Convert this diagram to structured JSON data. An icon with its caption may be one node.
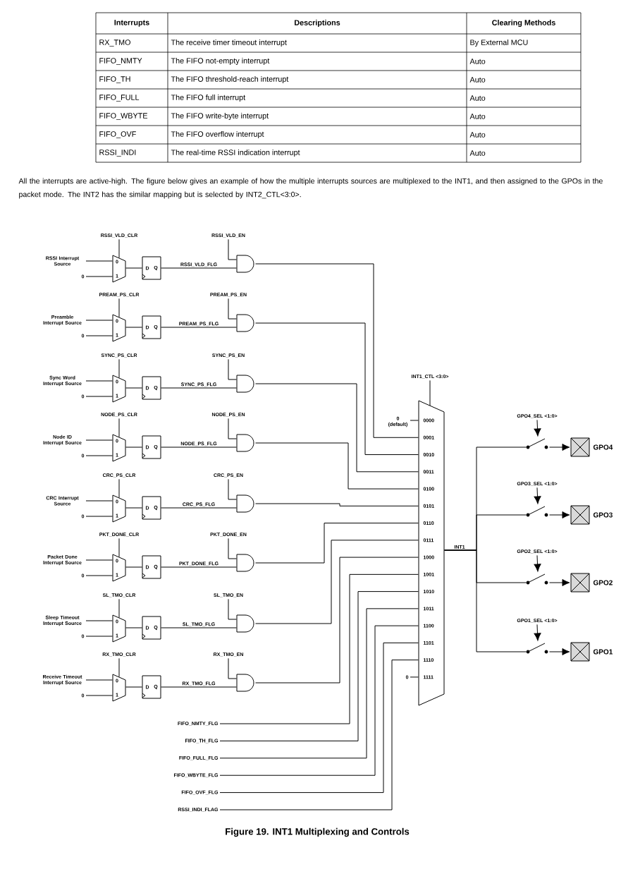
{
  "diagram": {
    "caption": "Figure 19. INT1 Multiplexing and Controls",
    "nodes": [
      {
        "text": [
          "RSSI Interrupt Source"
        ]
      },
      {
        "text": [
          "0"
        ]
      },
      {
        "text": [
          "RSSI_VLD_CLR"
        ]
      },
      {
        "text": [
          "0",
          "1"
        ]
      },
      {
        "text": [
          "D",
          "Q"
        ]
      },
      {
        "text": [
          "RSSI_VLD_EN"
        ]
      },
      {
        "text": [],
        "shape": "gate"
      },
      {
        "text": [
          "Preamble Interrupt Source"
        ]
      },
      {
        "text": [
          "0"
        ]
      },
      {
        "text": [
          "PREAM_PS_CLR"
        ]
      },
      {
        "text": [
          "0",
          "1"
        ]
      },
      {
        "text": [
          "D",
          "Q"
        ]
      },
      {
        "text": [
          "PREAM_PS_EN"
        ]
      },
      {
        "text": [],
        "shape": "gate"
      },
      {
        "text": [
          "Sync Word Interrupt Source"
        ]
      },
      {
        "text": [
          "0"
        ]
      },
      {
        "text": [
          "SYNC_PS_CLR"
        ]
      },
      {
        "text": [
          "0",
          "1"
        ]
      },
      {
        "text": [
          "D",
          "Q"
        ]
      },
      {
        "text": [
          "SYNC_PS_EN"
        ]
      },
      {
        "text": [],
        "shape": "gate"
      },
      {
        "text": [
          "Node ID Interrupt Source"
        ]
      },
      {
        "text": [
          "0"
        ]
      },
      {
        "text": [
          "NODE_PS_CLR"
        ]
      },
      {
        "text": [
          "0",
          "1"
        ]
      },
      {
        "text": [
          "D",
          "Q"
        ]
      },
      {
        "text": [
          "NODE_PS_EN"
        ]
      },
      {
        "text": [],
        "shape": "gate"
      },
      {
        "text": [
          "CRC Interrupt Source"
        ]
      },
      {
        "text": [
          "0"
        ]
      },
      {
        "text": [
          "CRC_PS_CLR"
        ]
      },
      {
        "text": [
          "0",
          "1"
        ]
      },
      {
        "text": [
          "D",
          "Q"
        ]
      },
      {
        "text": [
          "CRC_PS_EN"
        ]
      },
      {
        "text": [],
        "shape": "gate"
      },
      {
        "text": [
          "Packet Done Interrupt Source"
        ]
      },
      {
        "text": [
          "0"
        ]
      },
      {
        "text": [
          "PKT_DONE_CLR"
        ]
      },
      {
        "text": [
          "0",
          "1"
        ]
      },
      {
        "text": [
          "D",
          "Q"
        ]
      },
      {
        "text": [
          "PKT_DONE_EN"
        ]
      },
      {
        "text": [],
        "shape": "gate"
      },
      {
        "text": [
          "Sleep Timeout Interrupt Source"
        ]
      },
      {
        "text": [
          "0"
        ]
      },
      {
        "text": [
          "SL_TMO_CLR"
        ]
      },
      {
        "text": [
          "0",
          "1"
        ]
      },
      {
        "text": [
          "D",
          "Q"
        ]
      },
      {
        "text": [
          "SL_TMO_EN"
        ]
      },
      {
        "text": [],
        "shape": "gate"
      },
      {
        "text": [
          "Receive Timeout Interrupt Source"
        ]
      },
      {
        "text": [
          "0"
        ]
      },
      {
        "text": [
          "RX_TMO_CLR"
        ]
      },
      {
        "text": [
          "0",
          "1"
        ]
      },
      {
        "text": [
          "D",
          "Q"
        ]
      },
      {
        "text": [
          "RX_TMO_EN"
        ]
      },
      {
        "text": [],
        "shape": "gate"
      },
      {
        "text": [
          "INT1_CTL <3:0>"
        ]
      },
      {
        "text": [
          "0 (default)"
        ]
      },
      {
        "text": [
          "0000",
          "0001",
          "0010",
          "0011",
          "0100",
          "0101",
          "0110",
          "0111",
          "1000",
          "1001",
          "1010",
          "1011",
          "1100",
          "1101",
          "1110",
          "1111"
        ]
      },
      {
        "text": [
          "0"
        ]
      },
      {
        "text": [
          "FIFO_NMTY_FLG"
        ]
      },
      {
        "text": [
          "FIFO_TH_FLG"
        ]
      },
      {
        "text": [
          "FIFO_FULL_FLG"
        ]
      },
      {
        "text": [
          "FIFO_WBYTE_FLG"
        ]
      },
      {
        "text": [
          "FIFO_OVF_FLG"
        ]
      },
      {
        "text": [
          "RSSI_INDI_FLAG"
        ]
      },
      {
        "text": [
          "GPO4_SEL <1:0>"
        ]
      },
      {
        "text": [],
        "shape": "switch"
      },
      {
        "text": [],
        "shape": "box",
        "beside": [
          "GPO4"
        ]
      },
      {
        "text": [
          "GPO3_SEL <1:0>"
        ]
      },
      {
        "text": [],
        "shape": "switch"
      },
      {
        "text": [],
        "shape": "box",
        "beside": [
          "GPO3"
        ]
      },
      {
        "text": [
          "GPO2_SEL <1:0>"
        ]
      },
      {
        "text": [],
        "shape": "switch"
      },
      {
        "text": [],
        "shape": "box",
        "beside": [
          "GPO2"
        ]
      },
      {
        "text": [
          "GPO1_SEL <1:0>"
        ]
      },
      {
        "text": [],
        "shape": "switch"
      },
      {
        "text": [],
        "shape": "box",
        "beside": [
          "GPO1"
        ]
      }
    ],
    "edges": [
      {
        "from": 0,
        "to": 3,
        "arrow": "none"
      },
      {
        "from": 1,
        "to": 3,
        "arrow": "none"
      },
      {
        "from": 2,
        "to": 3,
        "arrow": "none"
      },
      {
        "from": 3,
        "to": 4,
        "arrow": "none"
      },
      {
        "from": 4,
        "to": 6,
        "arrow": "none",
        "label": "RSSI_VLD_FLG"
      },
      {
        "from": 5,
        "to": 6,
        "arrow": "none"
      },
      {
        "from": 6,
        "to": 58,
        "arrow": "none"
      },
      {
        "from": 7,
        "to": 10,
        "arrow": "none"
      },
      {
        "from": 8,
        "to": 10,
        "arrow": "none"
      },
      {
        "from": 9,
        "to": 10,
        "arrow": "none"
      },
      {
        "from": 10,
        "to": 11,
        "arrow": "none"
      },
      {
        "from": 11,
        "to": 13,
        "arrow": "none",
        "label": "PREAM_PS_FLG"
      },
      {
        "from": 12,
        "to": 13,
        "arrow": "none"
      },
      {
        "from": 13,
        "to": 58,
        "arrow": "none"
      },
      {
        "from": 14,
        "to": 17,
        "arrow": "none"
      },
      {
        "from": 15,
        "to": 17,
        "arrow": "none"
      },
      {
        "from": 16,
        "to": 17,
        "arrow": "none"
      },
      {
        "from": 17,
        "to": 18,
        "arrow": "none"
      },
      {
        "from": 18,
        "to": 20,
        "arrow": "none",
        "label": "SYNC_PS_FLG"
      },
      {
        "from": 19,
        "to": 20,
        "arrow": "none"
      },
      {
        "from": 20,
        "to": 58,
        "arrow": "none"
      },
      {
        "from": 21,
        "to": 24,
        "arrow": "none"
      },
      {
        "from": 22,
        "to": 24,
        "arrow": "none"
      },
      {
        "from": 23,
        "to": 24,
        "arrow": "none"
      },
      {
        "from": 24,
        "to": 25,
        "arrow": "none"
      },
      {
        "from": 25,
        "to": 27,
        "arrow": "none",
        "label": "NODE_PS_FLG"
      },
      {
        "from": 26,
        "to": 27,
        "arrow": "none"
      },
      {
        "from": 27,
        "to": 58,
        "arrow": "none"
      },
      {
        "from": 28,
        "to": 31,
        "arrow": "none"
      },
      {
        "from": 29,
        "to": 31,
        "arrow": "none"
      },
      {
        "from": 30,
        "to": 31,
        "arrow": "none"
      },
      {
        "from": 31,
        "to": 32,
        "arrow": "none"
      },
      {
        "from": 32,
        "to": 34,
        "arrow": "none",
        "label": "CRC_PS_FLG"
      },
      {
        "from": 33,
        "to": 34,
        "arrow": "none"
      },
      {
        "from": 34,
        "to": 58,
        "arrow": "none"
      },
      {
        "from": 35,
        "to": 38,
        "arrow": "none"
      },
      {
        "from": 36,
        "to": 38,
        "arrow": "none"
      },
      {
        "from": 37,
        "to": 38,
        "arrow": "none"
      },
      {
        "from": 38,
        "to": 39,
        "arrow": "none"
      },
      {
        "from": 39,
        "to": 41,
        "arrow": "none",
        "label": "PKT_DONE_FLG"
      },
      {
        "from": 40,
        "to": 41,
        "arrow": "none"
      },
      {
        "from": 41,
        "to": 58,
        "arrow": "none"
      },
      {
        "from": 42,
        "to": 45,
        "arrow": "none"
      },
      {
        "from": 43,
        "to": 45,
        "arrow": "none"
      },
      {
        "from": 44,
        "to": 45,
        "arrow": "none"
      },
      {
        "from": 45,
        "to": 46,
        "arrow": "none"
      },
      {
        "from": 46,
        "to": 48,
        "arrow": "none",
        "label": "SL_TMO_FLG"
      },
      {
        "from": 47,
        "to": 48,
        "arrow": "none"
      },
      {
        "from": 48,
        "to": 58,
        "arrow": "none"
      },
      {
        "from": 49,
        "to": 52,
        "arrow": "none"
      },
      {
        "from": 50,
        "to": 52,
        "arrow": "none"
      },
      {
        "from": 51,
        "to": 52,
        "arrow": "none"
      },
      {
        "from": 52,
        "to": 53,
        "arrow": "none"
      },
      {
        "from": 53,
        "to": 55,
        "arrow": "none",
        "label": "RX_TMO_FLG"
      },
      {
        "from": 54,
        "to": 55,
        "arrow": "none"
      },
      {
        "from": 55,
        "to": 58,
        "arrow": "none"
      },
      {
        "from": 56,
        "to": 58,
        "arrow": "none"
      },
      {
        "from": 57,
        "to": 58,
        "arrow": "none"
      },
      {
        "from": 59,
        "to": 58,
        "arrow": "none"
      },
      {
        "from": 60,
        "to": 58,
        "arrow": "none"
      },
      {
        "from": 61,
        "to": 58,
        "arrow": "none"
      },
      {
        "from": 62,
        "to": 58,
        "arrow": "none"
      },
      {
        "from": 63,
        "to": 58,
        "arrow": "none"
      },
      {
        "from": 64,
        "to": 58,
        "arrow": "none"
      },
      {
        "from": 65,
        "to": 58,
        "arrow": "none"
      },
      {
        "from": 58,
        "to": 67,
        "arrow": "none",
        "label": "INT1"
      },
      {
        "from": 66,
        "to": 67,
        "arrow": "to"
      },
      {
        "from": 67,
        "to": 68,
        "arrow": "to"
      },
      {
        "from": 58,
        "to": 70,
        "arrow": "none"
      },
      {
        "from": 69,
        "to": 70,
        "arrow": "to"
      },
      {
        "from": 70,
        "to": 71,
        "arrow": "to"
      },
      {
        "from": 58,
        "to": 73,
        "arrow": "none"
      },
      {
        "from": 72,
        "to": 73,
        "arrow": "to"
      },
      {
        "from": 73,
        "to": 74,
        "arrow": "to"
      },
      {
        "from": 58,
        "to": 76,
        "arrow": "none"
      },
      {
        "from": 75,
        "to": 76,
        "arrow": "to"
      },
      {
        "from": 76,
        "to": 77,
        "arrow": "to"
      }
    ],
    "labels": [
      "Interrupts",
      "Descriptions",
      "Clearing Methods",
      "RX_TMO",
      "The receive timer timeout interrupt",
      "By External MCU",
      "FIFO_NMTY",
      "The FIFO not-empty interrupt",
      "Auto",
      "FIFO_TH",
      "The FIFO threshold-reach interrupt",
      "Auto",
      "FIFO_FULL",
      "The FIFO full interrupt",
      "Auto",
      "FIFO_WBYTE",
      "The FIFO write-byte interrupt",
      "Auto",
      "FIFO_OVF",
      "The FIFO overflow interrupt",
      "Auto",
      "RSSI_INDI",
      "The real-time RSSI indication interrupt",
      "Auto",
      "All the interrupts are active-high. The figure below gives an example of how the multiple interrupts sources are multiplexed to the INT1, and then assigned to the GPOs in the packet mode. The INT2 has the similar mapping but is selected by INT2_CTL<3:0>."
    ]
  }
}
